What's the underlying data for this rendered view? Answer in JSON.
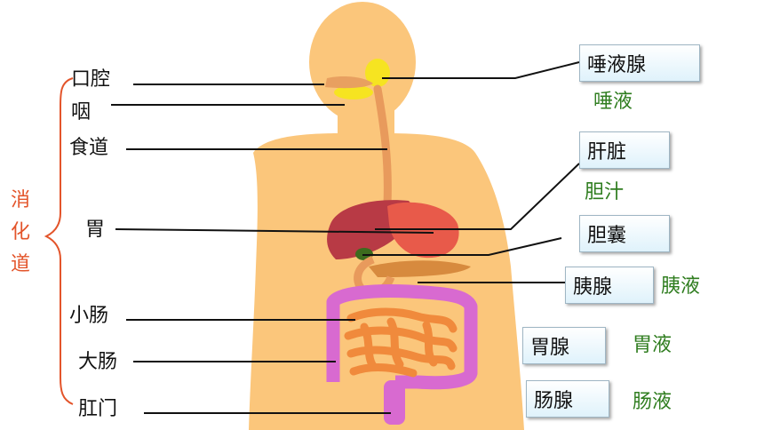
{
  "colors": {
    "skin": "#fbc67b",
    "intestine": "#d86ad0",
    "liver": "#b83a45",
    "stomach": "#e85a4a",
    "gland": "#f6e421",
    "bracket": "#e3542a",
    "juice_text": "#2f7d1f",
    "box_fill": "#dff2fb"
  },
  "system": {
    "label_chars": [
      "消",
      "化",
      "道"
    ]
  },
  "organs": {
    "mouth": "口腔",
    "pharynx": "咽",
    "esophagus": "食道",
    "stomach": "胃",
    "small_intestine": "小肠",
    "large_intestine": "大肠",
    "anus": "肛门"
  },
  "glands": {
    "salivary": {
      "name": "唾液腺",
      "juice": "唾液"
    },
    "liver": {
      "name": "肝脏",
      "juice": "胆汁"
    },
    "gallbladder": {
      "name": "胆囊"
    },
    "pancreas": {
      "name": "胰腺",
      "juice": "胰液"
    },
    "gastric": {
      "name": "胃腺",
      "juice": "胃液"
    },
    "intestinal": {
      "name": "肠腺",
      "juice": "肠液"
    }
  }
}
